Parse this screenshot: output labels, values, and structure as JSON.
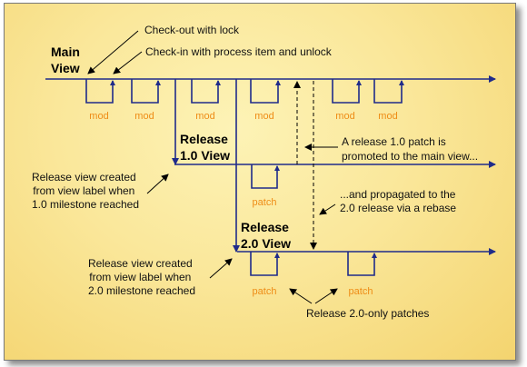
{
  "views": {
    "main": [
      "Main",
      "View"
    ],
    "release_1_0": [
      "Release",
      "1.0 View"
    ],
    "release_2_0": [
      "Release",
      "2.0 View"
    ]
  },
  "tags": {
    "mod": "mod",
    "patch": "patch"
  },
  "callouts": {
    "checkout": "Check-out with lock",
    "checkin": "Check-in with process item and unlock",
    "patch_promoted": [
      "A release 1.0 patch is",
      "promoted to the main view..."
    ],
    "propagated": [
      "...and propagated to the",
      "2.0 release via a rebase"
    ],
    "release_1_created": [
      "Release view created",
      "from view label when",
      "1.0 milestone reached"
    ],
    "release_2_created": [
      "Release view created",
      "from view label when",
      "2.0 milestone reached"
    ],
    "release_2_only": "Release 2.0-only patches"
  },
  "colors": {
    "line": "#1f2b8a",
    "tag": "#ee8c16",
    "background": "#fae79a"
  }
}
